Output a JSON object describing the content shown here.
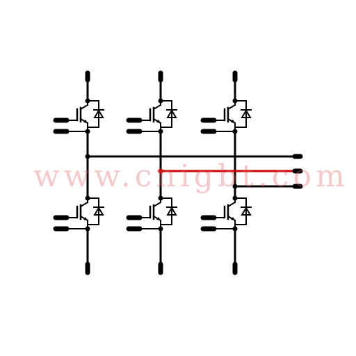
{
  "watermark": {
    "text": "www.cnigbt.com"
  },
  "colors": {
    "wire": "#000000",
    "phase_v_wire": "#cc0000",
    "watermark": "#e35b5b",
    "background": "#ffffff"
  },
  "diagram": {
    "type": "three-phase IGBT bridge (6 switches with anti-parallel diodes)",
    "legs": 3,
    "switches_per_leg": 2,
    "outputs": 3
  }
}
